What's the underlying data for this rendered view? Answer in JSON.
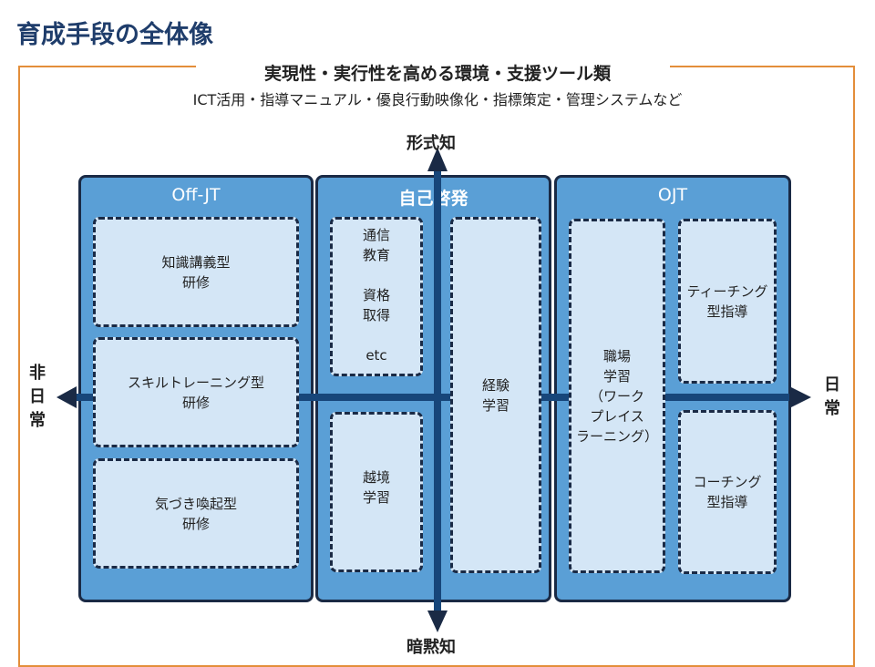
{
  "page_title": "育成手段の全体像",
  "environment": {
    "title": "実現性・実行性を高める環境・支援ツール類",
    "subtitle": "ICT活用・指導マニュアル・優良行動映像化・指標策定・管理システムなど"
  },
  "axes": {
    "top": "形式知",
    "bottom": "暗黙知",
    "left": "非\n日\n常",
    "right": "日\n常"
  },
  "quadrants": {
    "offjt": {
      "title": "Off-JT",
      "boxes": [
        "知識講義型\n研修",
        "スキルトレーニング型\n研修",
        "気づき喚起型\n研修"
      ]
    },
    "self": {
      "title": "自己啓発",
      "boxes": [
        "通信\n教育\n\n資格\n取得\n\netc",
        "越境\n学習",
        "経験\n学習"
      ]
    },
    "ojt": {
      "title": "OJT",
      "boxes": [
        "職場\n学習\n（ワーク\nプレイス\nラーニング）",
        "ティーチング\n型指導",
        "コーチング\n型指導"
      ]
    }
  },
  "colors": {
    "title": "#1f3d6b",
    "frame": "#e38e3a",
    "quadrant_fill": "#5a9fd6",
    "box_fill": "#d4e6f6",
    "axis": "#17467a",
    "border": "#1a2a45"
  }
}
